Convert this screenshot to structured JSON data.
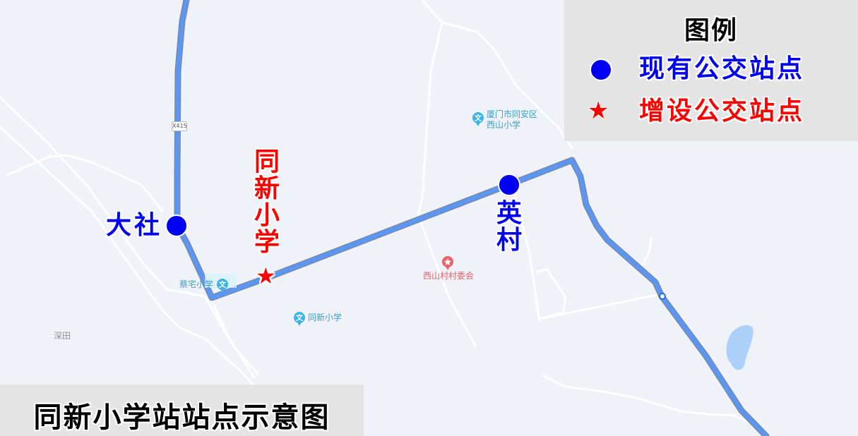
{
  "map": {
    "background_color": "#eff2f9",
    "route_color": "#5a96f5",
    "water_color": "#acd0fa"
  },
  "legend": {
    "title": "图例",
    "items": [
      {
        "icon": "blue-dot-icon",
        "label": "现有公交站点",
        "color": "#0000f5"
      },
      {
        "icon": "red-star-icon",
        "glyph": "★",
        "label": "增设公交站点",
        "color": "#ff0000"
      }
    ]
  },
  "title": "同新小学站站点示意图",
  "stops": {
    "existing": [
      {
        "name": "大社"
      },
      {
        "name": "英村"
      }
    ],
    "new": [
      {
        "name": "同新小学",
        "glyph": "★"
      }
    ]
  },
  "pois": {
    "xiamen_xishan_school_line1": "厦门市同安区",
    "xiamen_xishan_school_line2": "西山小学",
    "xishan_village_committee": "西山村村委会",
    "caizhai_school": "蔡宅小学",
    "tongxin_school": "同新小学",
    "shentian": "深田",
    "school_icon_glyph": "文"
  },
  "road_badge": "X415"
}
